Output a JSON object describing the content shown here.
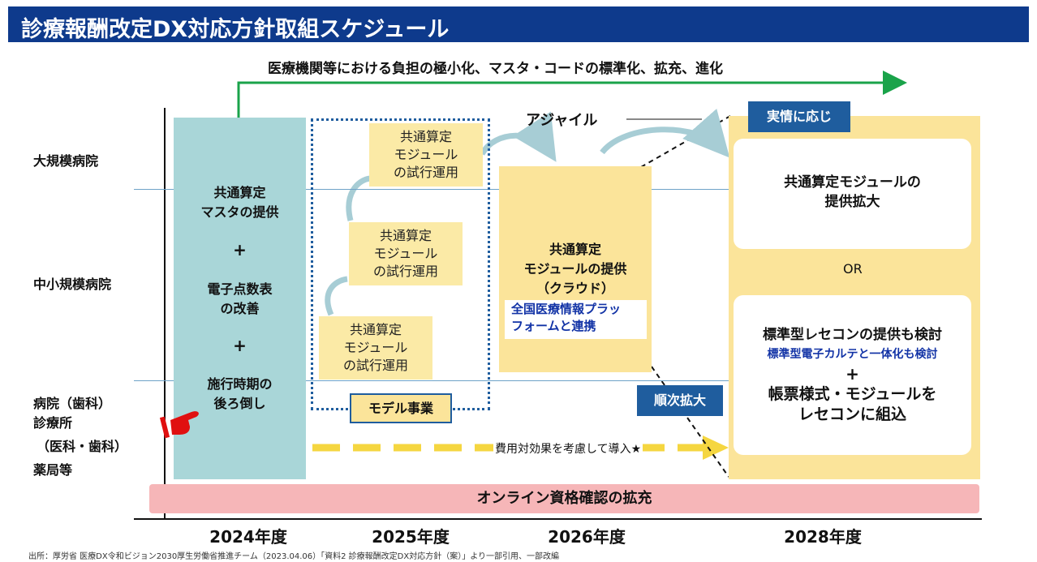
{
  "title": "診療報酬改定DX対応方針取組スケジュール",
  "goal_arrow_text": "医療機関等における負担の極小化、マスタ・コードの標準化、拡充、進化",
  "rows": {
    "large": "大規模病院",
    "medium": "中小規模病院",
    "small_1": "病院（歯科）",
    "small_2": "診療所",
    "small_3": "（医科・歯科）",
    "small_4": "薬局等"
  },
  "col2024": {
    "item1_line1": "共通算定",
    "item1_line2": "マスタの提供",
    "plus": "+",
    "item2_line1": "電子点数表",
    "item2_line2": "の改善",
    "item3_line1": "施行時期の",
    "item3_line2": "後ろ倒し"
  },
  "trial": {
    "line1": "共通算定",
    "line2": "モジュール",
    "line3": "の試行運用"
  },
  "model_project": "モデル事業",
  "agile": "アジャイル",
  "col2026": {
    "line1": "共通算定",
    "line2": "モジュールの提供",
    "line3": "（クラウド）",
    "portal_line1": "全国医療情報プラッ",
    "portal_line2": "フォームと連携"
  },
  "sequential_expand": "順次拡大",
  "cost_effect": "費用対効果を考慮して導入★",
  "col2028": {
    "tag": "実情に応じ",
    "box1_line1": "共通算定モジュールの",
    "box1_line2": "提供拡大",
    "or": "OR",
    "box2_line1": "標準型レセコンの提供も検討",
    "box2_line2": "標準型電子カルテと一体化も検討",
    "box2_plus": "+",
    "box2_line3": "帳票様式・モジュールを",
    "box2_line4": "レセコンに組込"
  },
  "online": "オンライン資格確認の拡充",
  "years": [
    "2024年度",
    "2025年度",
    "2026年度",
    "2028年度"
  ],
  "source": "出所：厚労省 医療DX令和ビジョン2030厚生労働省推進チーム（2023.04.06）「資料2 診療報酬改定DX対応方針（案）」より一部引用、一部改編",
  "colors": {
    "title_bg": "#0e3a8c",
    "teal": "#a9d6d8",
    "yellow": "#fbe49a",
    "pink": "#f6b6b8",
    "blue": "#1f5d9e",
    "green_arrow": "#1aa34a"
  }
}
